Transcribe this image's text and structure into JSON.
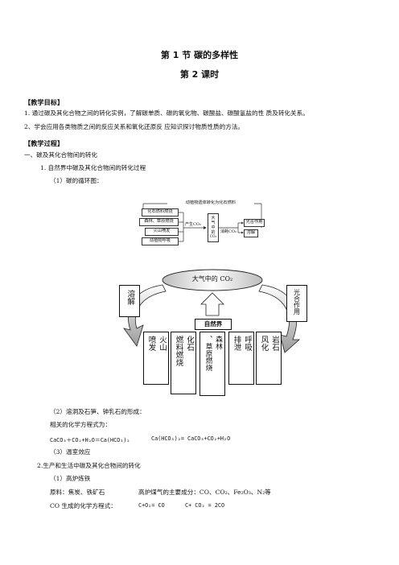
{
  "header": {
    "title": "第 1 节  碳的多样性",
    "subtitle": "第 2 课时"
  },
  "objectives": {
    "heading": "【教学目标】",
    "items": [
      "1. 通过碳及其化合物之间的转化实例，了解碳单质、碳的氧化物、碳酸盐、碳酸氢盐的性 质及转化关系。",
      "2、学会应用各类物质之间的反应关系和氧化还原反 应知识探讨物质性质的方法。"
    ]
  },
  "process": {
    "heading": "【教学过程】",
    "section1": "一、碳及其化合物间的转化",
    "sub1": "1. 自然界中碳及其化合物间的转化过程",
    "sub1a": "（1）碳的循环图："
  },
  "diagram1": {
    "top_label": "动植物遗体转化为化石燃料",
    "left_boxes": [
      "化石燃料燃烧",
      "森林、草原燃烧",
      "火山喷发",
      "动植物呼吸"
    ],
    "produce_label": "产生CO₂",
    "center_lines": [
      "大",
      "气",
      "中",
      "的",
      "CO₂"
    ],
    "consume_label": "消耗CO₂",
    "right_boxes": [
      "光合作用",
      "溶解"
    ]
  },
  "diagram2": {
    "top_label": "大气中的 CO₂",
    "left_side": "溶解",
    "right_side": "光合作用",
    "center": "自然界",
    "columns": [
      {
        "a": "火山",
        "b": "喷发"
      },
      {
        "a": "化石",
        "b": "燃料燃烧"
      },
      {
        "a": "森林",
        "b": "、草原燃烧"
      },
      {
        "a": "呼吸",
        "b": "排泄"
      },
      {
        "a": "岩石",
        "b": "风化"
      }
    ]
  },
  "after": {
    "item2": "（2）溶洞及石笋、钟乳石的形成：",
    "equation_label": "相关的化学方程式为：",
    "equation1": "CaCO₃＋CO₂+H₂O＝Ca(HCO₃)₂",
    "equation2": "Ca(HCO₃)₂= CaCO₃+CO₂+H₂O",
    "item3": "（3）温室效应",
    "sub2": "2.生产和生活中碳及其化合物间的转化",
    "sub2a": "（1）高炉炼铁",
    "materials": "原料：焦炭、铁矿石",
    "gas": "高炉煤气的主要成分：CO、CO₂、Fe₂O₃、N₂等",
    "co_label": "CO 生成的化学方程式：",
    "co_eq1": "C+O₂= CO",
    "co_eq2": "C+ CO₂ = 2CO"
  }
}
